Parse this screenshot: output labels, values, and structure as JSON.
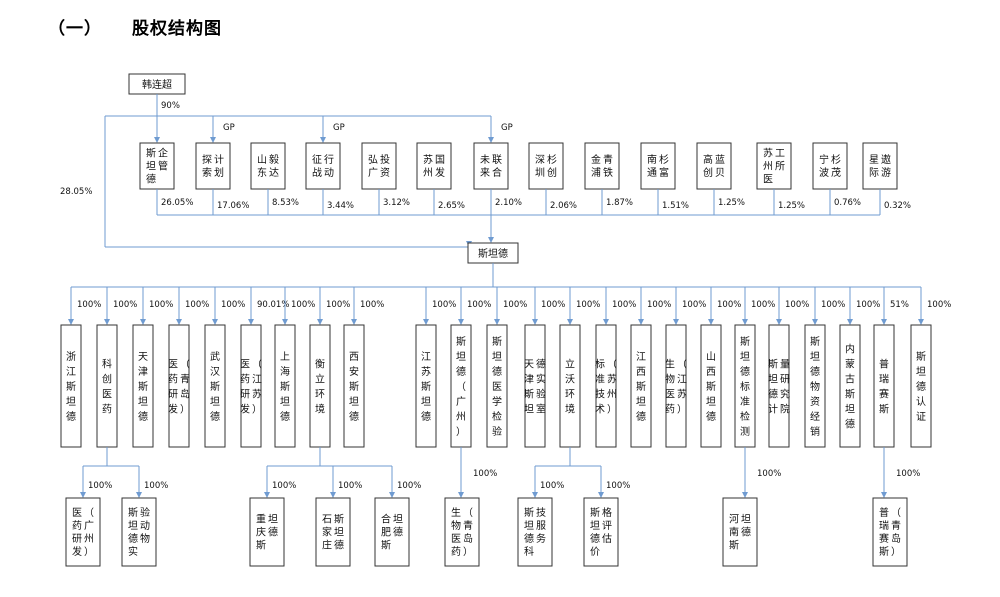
{
  "page_title": {
    "section": "（一）",
    "text": "股权结构图"
  },
  "founder": {
    "name": "韩连超",
    "pct_to_gp": "90%",
    "pct_to_target": "28.05%"
  },
  "gp_label": "GP",
  "shareholders": [
    {
      "name": "斯坦德企管",
      "pct": "26.05%"
    },
    {
      "name": "探索计划",
      "pct": "17.06%",
      "gp": true
    },
    {
      "name": "山东毅达",
      "pct": "8.53%"
    },
    {
      "name": "征战行动",
      "pct": "3.44%",
      "gp": true
    },
    {
      "name": "弘广投资",
      "pct": "3.12%"
    },
    {
      "name": "苏州国发",
      "pct": "2.65%"
    },
    {
      "name": "未来联合",
      "pct": "2.10%",
      "gp": true
    },
    {
      "name": "深圳杉创",
      "pct": "2.06%"
    },
    {
      "name": "金浦青铁",
      "pct": "1.87%"
    },
    {
      "name": "南通杉富",
      "pct": "1.51%"
    },
    {
      "name": "高创蓝贝",
      "pct": "1.25%"
    },
    {
      "name": "苏州医工所",
      "pct": "1.25%"
    },
    {
      "name": "宁波杉茂",
      "pct": "0.76%"
    },
    {
      "name": "星际遨游",
      "pct": "0.32%"
    }
  ],
  "company": {
    "name": "斯坦德"
  },
  "subsidiaries": [
    {
      "name": "浙江斯坦德",
      "pct": "100%"
    },
    {
      "name": "科创医药",
      "pct": "100%"
    },
    {
      "name": "天津斯坦德",
      "pct": "100%"
    },
    {
      "name": "医药研发（青岛）",
      "pct": "100%"
    },
    {
      "name": "武汉斯坦德",
      "pct": "100%"
    },
    {
      "name": "医药研发（江苏）",
      "pct": "90.01%"
    },
    {
      "name": "上海斯坦德",
      "pct": "100%"
    },
    {
      "name": "衡立环境",
      "pct": "100%"
    },
    {
      "name": "西安斯坦德",
      "pct": "100%"
    },
    {
      "name": "江苏斯坦德",
      "pct": "100%"
    },
    {
      "name": "斯坦德（广州）",
      "pct": "100%"
    },
    {
      "name": "斯坦德医学检验",
      "pct": "100%"
    },
    {
      "name": "天津斯坦德实验室",
      "pct": "100%"
    },
    {
      "name": "立沃环境",
      "pct": "100%"
    },
    {
      "name": "标准技术（苏州）",
      "pct": "100%"
    },
    {
      "name": "江西斯坦德",
      "pct": "100%"
    },
    {
      "name": "生物医药（江苏）",
      "pct": "100%"
    },
    {
      "name": "山西斯坦德",
      "pct": "100%"
    },
    {
      "name": "斯坦德标准检测",
      "pct": "100%"
    },
    {
      "name": "斯坦德计量研究院",
      "pct": "100%"
    },
    {
      "name": "斯坦德物资经销",
      "pct": "100%"
    },
    {
      "name": "内蒙古斯坦德",
      "pct": "100%"
    },
    {
      "name": "普瑞赛斯",
      "pct": "51%"
    },
    {
      "name": "斯坦德认证",
      "pct": "100%"
    }
  ],
  "grandchildren": [
    {
      "parent": 1,
      "name": "医药研发（广州）",
      "pct": "100%"
    },
    {
      "parent": 1,
      "name": "斯坦德实验动物",
      "pct": "100%"
    },
    {
      "parent": 7,
      "name": "重庆斯坦德",
      "pct": "100%"
    },
    {
      "parent": 7,
      "name": "石家庄斯坦德",
      "pct": "100%"
    },
    {
      "parent": 7,
      "name": "合肥斯坦德",
      "pct": "100%"
    },
    {
      "parent": 10,
      "name": "生物医药（青岛）",
      "pct": "100%"
    },
    {
      "parent": 13,
      "name": "斯坦德科技服务",
      "pct": "100%"
    },
    {
      "parent": 13,
      "name": "斯坦德价格评估",
      "pct": "100%"
    },
    {
      "parent": 18,
      "name": "河南斯坦德",
      "pct": "100%"
    },
    {
      "parent": 22,
      "name": "普瑞赛斯（青岛）",
      "pct": "100%"
    }
  ]
}
